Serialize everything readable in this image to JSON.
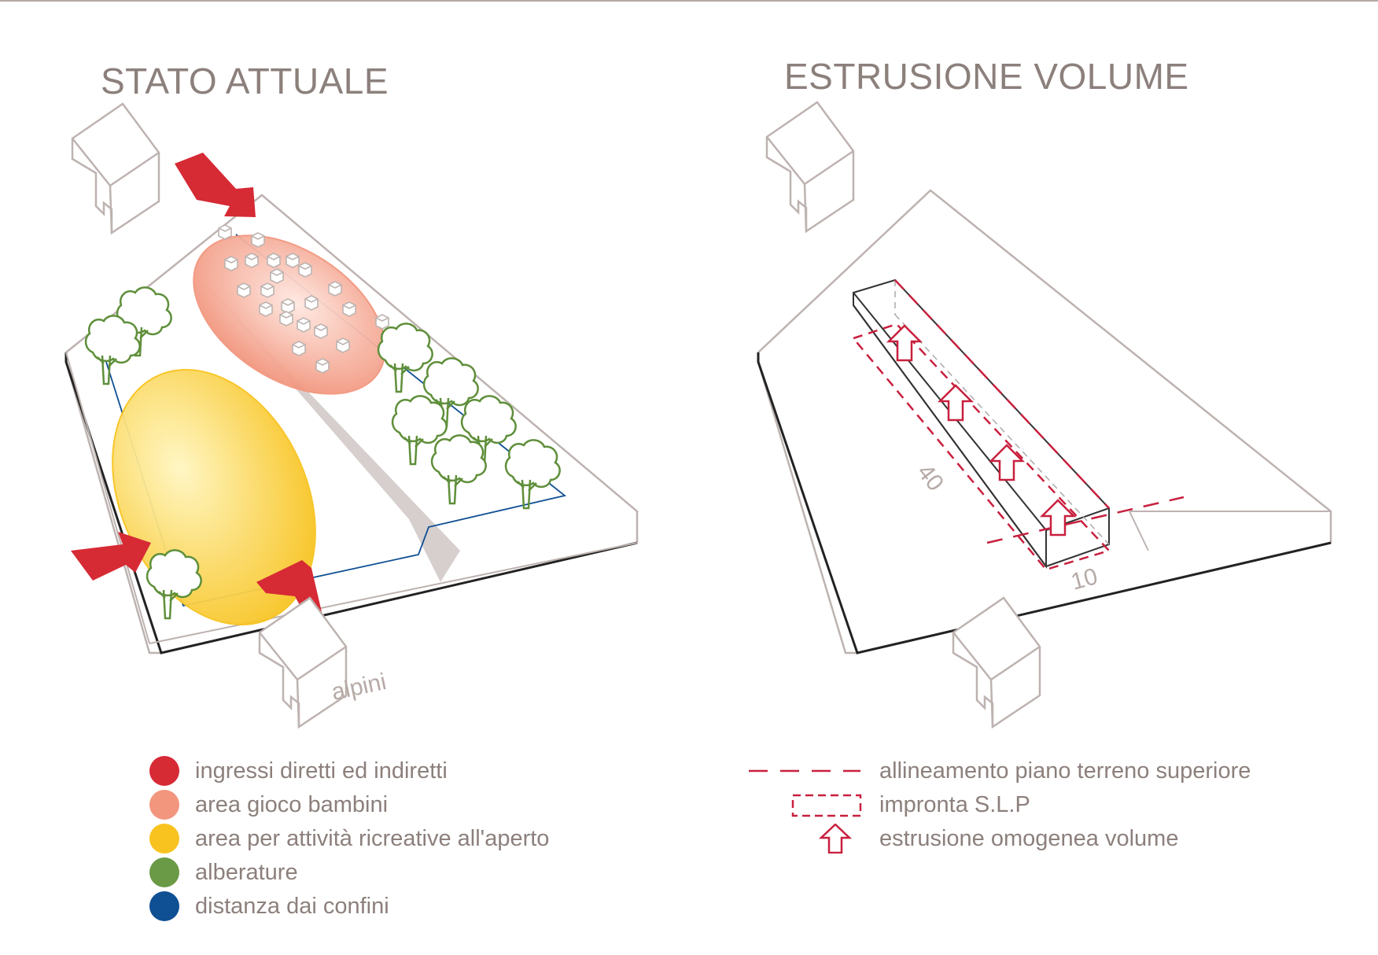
{
  "titles": {
    "left": "STATO ATTUALE",
    "right": "ESTRUSIONE VOLUME"
  },
  "labels": {
    "building": "alpini",
    "length": "40",
    "width": "10"
  },
  "legend_left": [
    {
      "label": "ingressi diretti ed indiretti",
      "color": "#d62a35"
    },
    {
      "label": "area gioco bambini",
      "color": "#f2967e"
    },
    {
      "label": "area per attività ricreative all'aperto",
      "color": "#f8c31e"
    },
    {
      "label": "alberature",
      "color": "#6a9a45"
    },
    {
      "label": "distanza dai confini",
      "color": "#0f4f94"
    }
  ],
  "legend_right": [
    {
      "label": "allineamento piano terreno superiore",
      "symbol": "dashed-line-icon"
    },
    {
      "label": "impronta S.L.P",
      "symbol": "dashed-rectangle-icon"
    },
    {
      "label": "estrusione omogenea volume",
      "symbol": "up-arrow-outline-icon"
    }
  ],
  "colors": {
    "terrain_outline": "#bdb3b0",
    "terrain_base": "#222222",
    "arrow": "#d62a35",
    "play_area": "#f2967e",
    "recreation_area": "#f8c31e",
    "trees": "#5f8f3a",
    "boundary": "#0f4f94",
    "extrusion": "#c8203e",
    "text": "#8c807c"
  }
}
